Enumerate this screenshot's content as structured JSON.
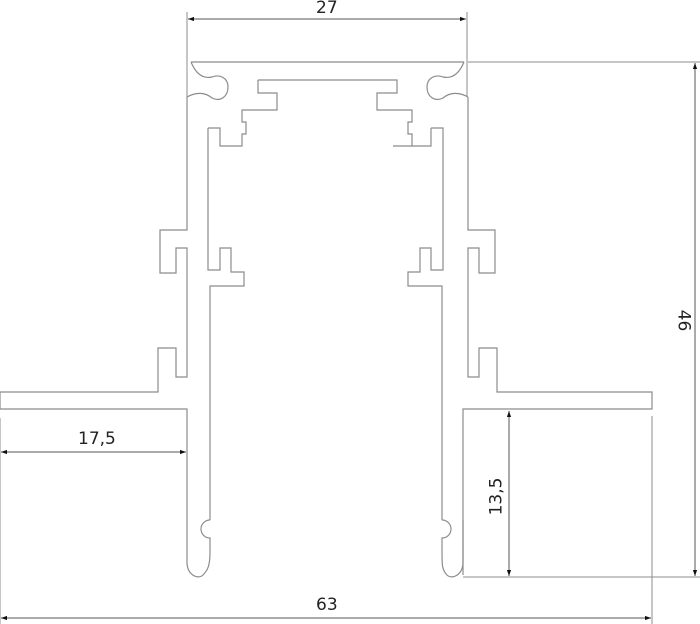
{
  "drawing": {
    "type": "technical cross-section profile drawing",
    "line_color": "#8c8c8c",
    "dimension_color": "#555555",
    "text_color": "#222222",
    "background": "#ffffff"
  },
  "dimensions": {
    "top_width": {
      "value": "27",
      "orientation": "horizontal"
    },
    "total_height": {
      "value": "46",
      "orientation": "vertical"
    },
    "flange_width": {
      "value": "17,5",
      "orientation": "horizontal"
    },
    "lower_height": {
      "value": "13,5",
      "orientation": "vertical"
    },
    "total_width": {
      "value": "63",
      "orientation": "horizontal"
    }
  }
}
